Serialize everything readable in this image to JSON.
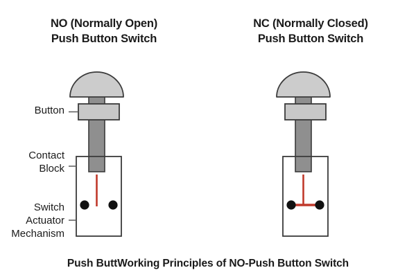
{
  "diagram": {
    "caption": "Push ButtWorking Principles of NO-Push Button Switch",
    "colors": {
      "dome_fill": "#cccccc",
      "collar_fill": "#c8c8c8",
      "stem_fill": "#8f8f8f",
      "block_fill": "#ffffff",
      "outline": "#3a3a3a",
      "contact_red": "#c0392b",
      "terminal_dot": "#111111",
      "text": "#1a1a1a",
      "background": "#ffffff"
    },
    "labels": [
      {
        "name": "button",
        "lines": [
          "Button"
        ]
      },
      {
        "name": "contact-block",
        "lines": [
          "Contact",
          "Block"
        ]
      },
      {
        "name": "switch-actuator-mechanism",
        "lines": [
          "Switch",
          "Actuator",
          "Mechanism"
        ]
      }
    ],
    "panels": [
      {
        "id": "no",
        "title_lines": [
          "NO (Normally Open)",
          "Push Button Switch"
        ],
        "state": "open",
        "contact_description": "Vertical contact bar not bridging the two terminals",
        "terminals": 2
      },
      {
        "id": "nc",
        "title_lines": [
          "NC (Normally Closed)",
          "Push Button Switch"
        ],
        "state": "closed",
        "contact_description": "T-shaped contact bar bridging the two terminals",
        "terminals": 2
      }
    ]
  }
}
